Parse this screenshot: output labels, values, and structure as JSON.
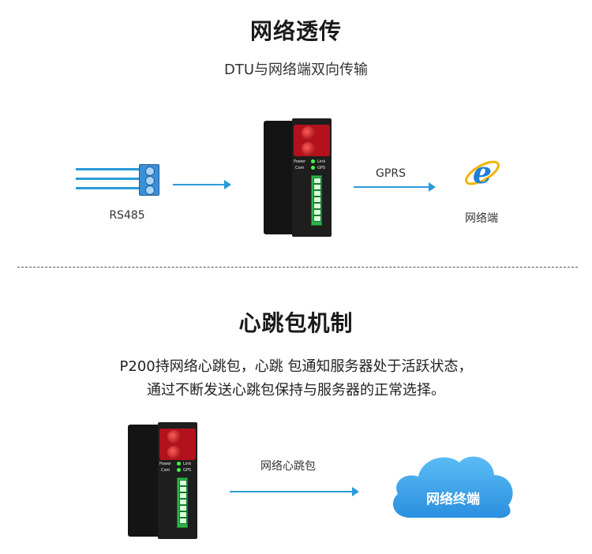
{
  "section1": {
    "title": "网络透传",
    "subtitle": "DTU与网络端双向传输",
    "rs485_label": "RS485",
    "gprs_label": "GPRS",
    "network_label": "网络端",
    "browser_icon": "ie-browser-icon"
  },
  "section2": {
    "title": "心跳包机制",
    "desc_line1": "P200持网络心跳包，心跳 包通知服务器处于活跃状态，",
    "desc_line2": "通过不断发送心跳包保持与服务器的正常选择。",
    "heartbeat_label": "网络心跳包",
    "cloud_label": "网络终端"
  },
  "device": {
    "power_label": "Power",
    "link_label": "Link",
    "com_label": "Com",
    "gps_label": "GPS"
  },
  "colors": {
    "accent": "#2a9bd8",
    "device_red": "#b3121d",
    "terminal_green": "#2db34a",
    "cloud_blue": "#3aa3e8"
  }
}
